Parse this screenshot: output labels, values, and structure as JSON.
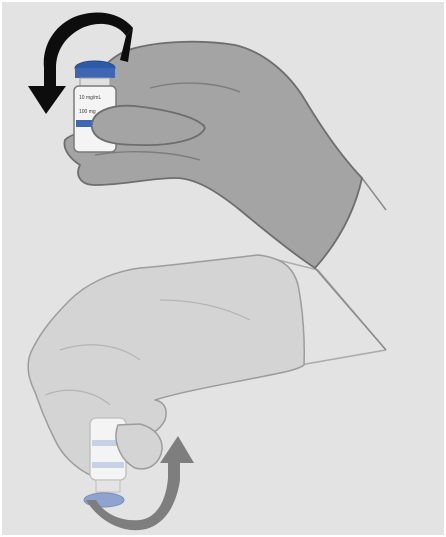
{
  "figure": {
    "colors": {
      "background": "#e3e3e3",
      "frame": "#ffffff",
      "glove_top": "#a4a4a4",
      "glove_top_outline": "#6e6e6e",
      "glove_bottom": "#d4d4d4",
      "glove_bottom_outline": "#9c9c9c",
      "arrow_top": "#0d0d0d",
      "arrow_bottom": "#7e7e7e",
      "vial_cap": "#2f5aa8",
      "vial_band": "#3e66b3",
      "vial_cap_faded": "#8fa3cf",
      "vial_body": "#f4f4f4"
    },
    "top_vial": {
      "label_line_1": "10 mg/mL",
      "label_line_2": "100 mg"
    },
    "panels": [
      {
        "hand": "top-gloved-hand",
        "arrow": "rotate-arrow-counterclockwise-icon"
      },
      {
        "hand": "bottom-gloved-hand",
        "arrow": "rotate-arrow-clockwise-icon"
      }
    ]
  }
}
